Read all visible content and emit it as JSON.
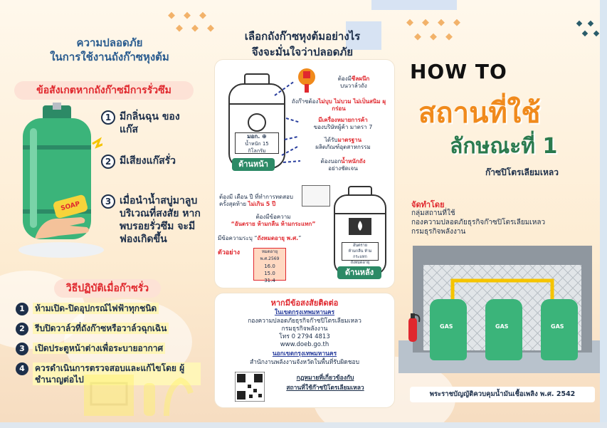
{
  "left": {
    "title_line1": "ความปลอดภัย",
    "title_line2": "ในการใช้งานถังก๊าซหุงต้ม",
    "leak_signs_header": "ข้อสังเกตหากถังก๊าซมีการรั่วซึม",
    "leak_signs": [
      {
        "num": "1",
        "text": "มีกลิ่นฉุน ของแก๊ส"
      },
      {
        "num": "2",
        "text": "มีเสียงแก๊สรั่ว"
      },
      {
        "num": "3",
        "text": "เมื่อนำน้ำสบู่มาลูบ บริเวณที่สงสัย หากพบรอยรั่วซึม จะมีฟองเกิดขึ้น"
      }
    ],
    "soap_label": "SOAP",
    "leak_action_header": "วิธีปฏิบัติเมื่อก๊าซรั่ว",
    "leak_actions": [
      {
        "num": "1",
        "text": "ห้ามเปิด-ปิดอุปกรณ์ไฟฟ้าทุกชนิด"
      },
      {
        "num": "2",
        "text": "รีบปิดวาล์วที่ถังก๊าซหรือวาล์วฉุกเฉิน"
      },
      {
        "num": "3",
        "text": "เปิดประตูหน้าต่างเพื่อระบายอากาศ"
      },
      {
        "num": "4",
        "text": "ควรดำเนินการตรวจสอบและแก้ไขโดย ผู้ชำนาญต่อไป"
      }
    ]
  },
  "middle": {
    "title_line1": "เลือกถังก๊าซหุงต้มอย่างไร",
    "title_line2": "จึงจะมั่นใจว่าปลอดภัย",
    "front_notes": [
      {
        "pre": "ต้องมี",
        "red": "ซีลผนึก",
        "post": "บนวาล์วถัง"
      },
      {
        "pre": "ถังก๊าซต้อง",
        "red": "ไม่บุบ ไม่บวม ไม่เป็นสนิม ผุกร่อน",
        "post": ""
      },
      {
        "pre": "",
        "red": "มีเครื่องหมายการค้า",
        "post": "ของบริษัทผู้ค้า มาตรา 7"
      },
      {
        "pre": "ได้รับ",
        "red": "มาตรฐาน",
        "post": "ผลิตภัณฑ์อุตสาหกรรม"
      },
      {
        "pre": "ต้องบอก",
        "red": "น้ำหนักถัง",
        "post": "อย่างชัดเจน"
      }
    ],
    "front_plate_brand": "มอก. ⊕",
    "front_plate_weight": "น้ำหนัก 15 กิโลกรัม",
    "front_label": "ด้านหน้า",
    "back_note_1_pre": "ต้องมี เดือน ปี ที่ทำการทดสอบ ครั้งสุดท้าย",
    "back_note_1_red": "ไม่เกิน 5 ปี",
    "back_note_2_pre": "ต้องมีข้อความ",
    "back_note_2_red": "“อันตราย ห้ามกลืน ห้ามกระแทก”",
    "back_note_3_pre": "มีข้อความระบุ “",
    "back_note_3_red": "ถังหมดอายุ พ.ศ.",
    "back_note_3_post": "”",
    "example_label": "ตัวอย่าง",
    "example_header": "หมดอายุ พ.ศ.2569",
    "example_values": [
      "16.0",
      "15.0",
      "31.4"
    ],
    "back_plate_line1": "อันตราย",
    "back_plate_line2": "ห้ามกลืน ห้ามกระแทก",
    "back_plate_line3": "ถังหมดอายุ พ.ศ.25XX",
    "back_label": "ด้านหลัง"
  },
  "contact": {
    "header": "หากมีข้อสงสัยติดต่อ",
    "bangkok_header": "ในเขตกรุงเทพมหานคร",
    "bangkok_org": "กองความปลอดภัยธุรกิจก๊าซปิโตรเลียมเหลว",
    "bangkok_dept": "กรมธุรกิจพลังงาน",
    "bangkok_phone": "โทร 0 2794 4813",
    "bangkok_web": "www.doeb.go.th",
    "outside_header": "นอกเขตกรุงเทพมหานคร",
    "outside_org": "สำนักงานพลังงานจังหวัดในพื้นที่รับผิดชอบ",
    "law_link_1": "กฎหมายที่เกี่ยวข้องกับ",
    "law_link_2": "สถานที่ใช้ก๊าซปิโตรเลียมเหลว"
  },
  "right": {
    "howto": "HOW TO",
    "place": "สถานที่ใช้",
    "type": "ลักษณะที่ 1",
    "subtitle": "ก๊าซปิโตรเลียมเหลว",
    "organizer_label": "จัดทำโดย",
    "organizer_line1": "กลุ่มสถานที่ใช้",
    "organizer_line2": "กองความปลอดภัยธุรกิจก๊าซปิโตรเลียมเหลว",
    "organizer_line3": "กรมธุรกิจพลังงาน",
    "cylinder_labels": [
      "GAS",
      "GAS",
      "GAS"
    ],
    "law": "พระราชบัญญัติควบคุมน้ำมันเชื้อเพลิง พ.ศ. 2542"
  },
  "colors": {
    "navy": "#1d2f4a",
    "red": "#e0282e",
    "green": "#2a7a4e",
    "orange": "#f08a1c",
    "cylinder": "#3bb47a"
  }
}
